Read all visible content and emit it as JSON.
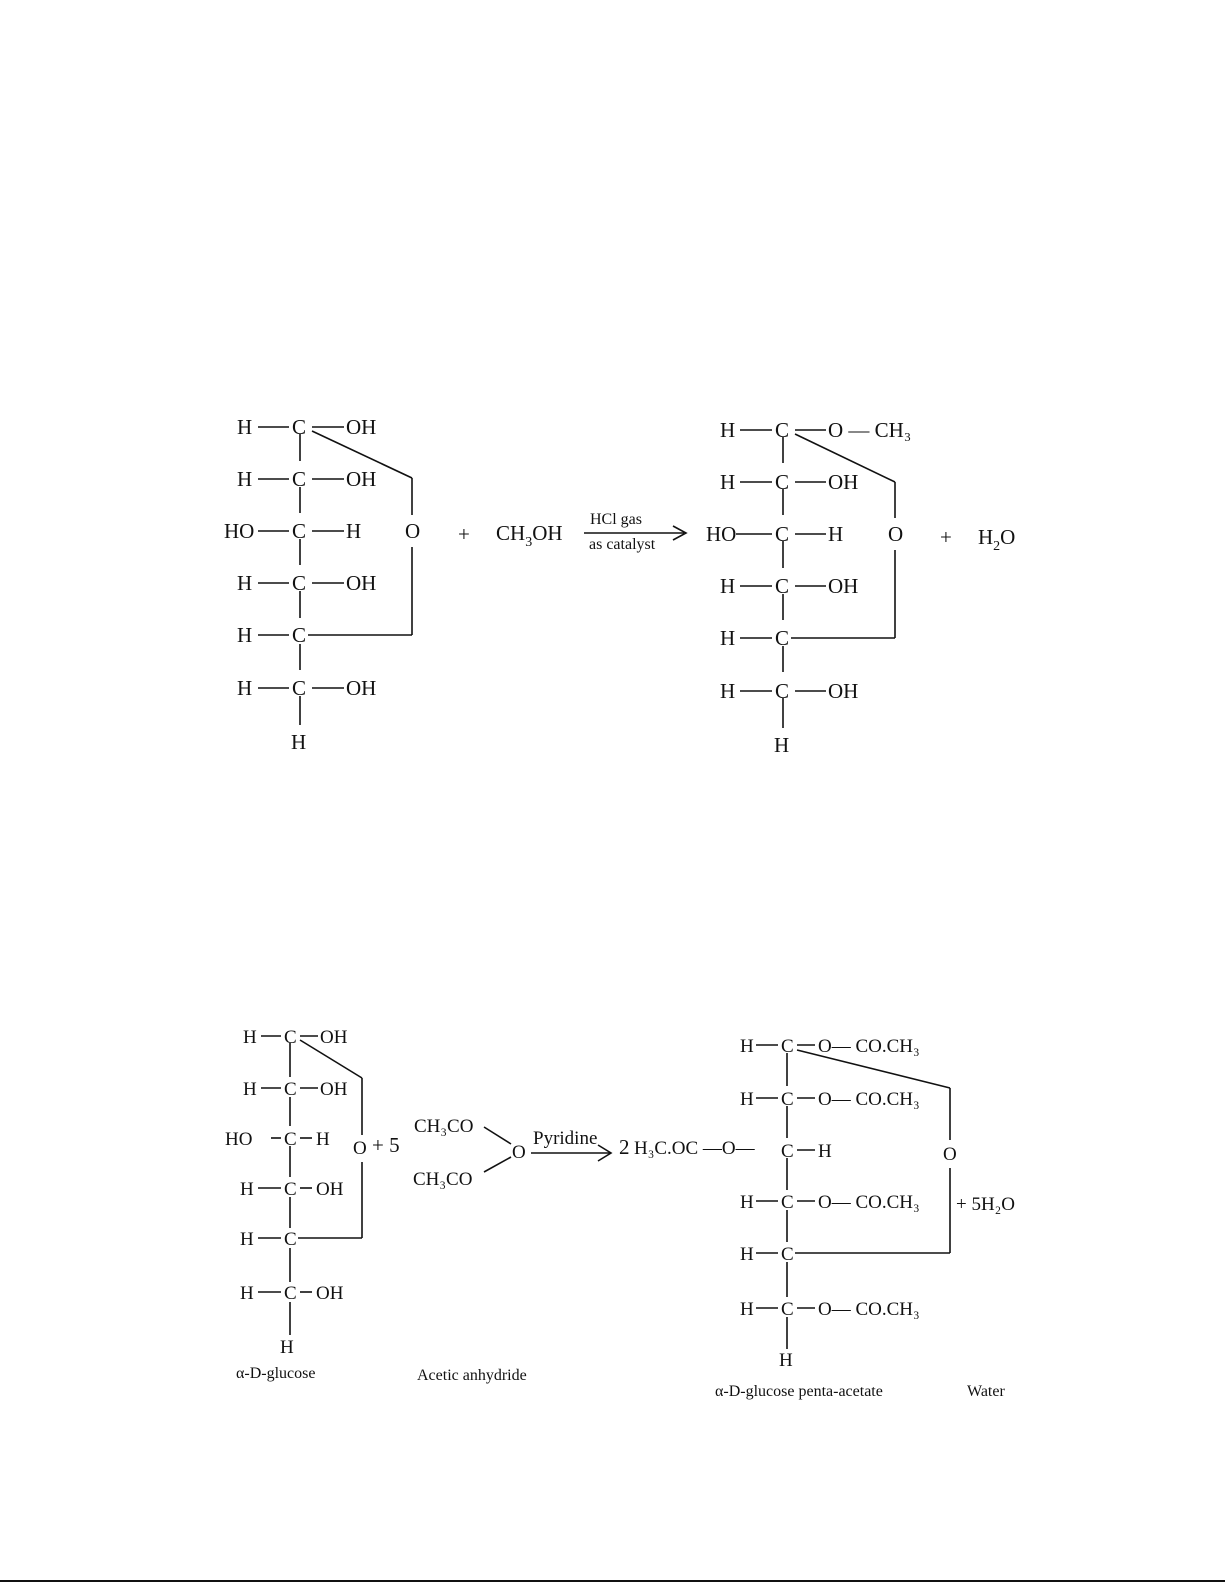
{
  "reaction1": {
    "reactant": {
      "rows": [
        {
          "left": "H",
          "right": "OH"
        },
        {
          "left": "H",
          "right": "OH"
        },
        {
          "left": "HO",
          "right": "H"
        },
        {
          "left": "H",
          "right": "OH"
        },
        {
          "left": "H",
          "right": ""
        },
        {
          "left": "H",
          "right": "OH"
        }
      ],
      "carbon": "C",
      "bottom": "H",
      "ring_o": "O"
    },
    "plus1": "+",
    "reagent": {
      "main": "CH",
      "sub": "3",
      "tail": "OH"
    },
    "arrow_top": "HCl gas",
    "arrow_bottom": "as catalyst",
    "product": {
      "rows": [
        {
          "left": "H",
          "right": "O — CH₃"
        },
        {
          "left": "H",
          "right": "OH"
        },
        {
          "left": "HO",
          "right": "H"
        },
        {
          "left": "H",
          "right": "OH"
        },
        {
          "left": "H",
          "right": ""
        },
        {
          "left": "H",
          "right": "OH"
        }
      ],
      "carbon": "C",
      "bottom": "H",
      "ring_o": "O"
    },
    "plus2": "+",
    "byproduct": {
      "main": "H",
      "sub": "2",
      "tail": "O"
    }
  },
  "reaction2": {
    "reactant": {
      "rows": [
        {
          "left": "H",
          "right": "OH"
        },
        {
          "left": "H",
          "right": "OH"
        },
        {
          "left": "HO",
          "right": "H"
        },
        {
          "left": "H",
          "right": "OH"
        },
        {
          "left": "H",
          "right": ""
        },
        {
          "left": "H",
          "right": "OH"
        }
      ],
      "carbon": "C",
      "bottom": "H",
      "ring_o": "O"
    },
    "plus_coef": "+ 5",
    "anhydride_top": "CH₃CO",
    "anhydride_bottom": "CH₃CO",
    "anhydride_o": "O",
    "arrow_label": "Pyridine",
    "coef_prefix": "2",
    "side_group": "H₃C.OC —O—",
    "product": {
      "rows": [
        {
          "left": "H",
          "right": "O— CO.CH₃"
        },
        {
          "left": "H",
          "right": "O— CO.CH₃"
        },
        {
          "left": "",
          "right": "H"
        },
        {
          "left": "H",
          "right": "O— CO.CH₃"
        },
        {
          "left": "H",
          "right": ""
        },
        {
          "left": "H",
          "right": "O— CO.CH₃"
        }
      ],
      "carbon": "C",
      "bottom": "H",
      "ring_o": "O"
    },
    "water_term": "+ 5H₂O",
    "labels": {
      "reactant": "α-D-glucose",
      "anhydride": "Acetic anhydride",
      "product": "α-D-glucose penta-acetate",
      "water": "Water"
    }
  }
}
